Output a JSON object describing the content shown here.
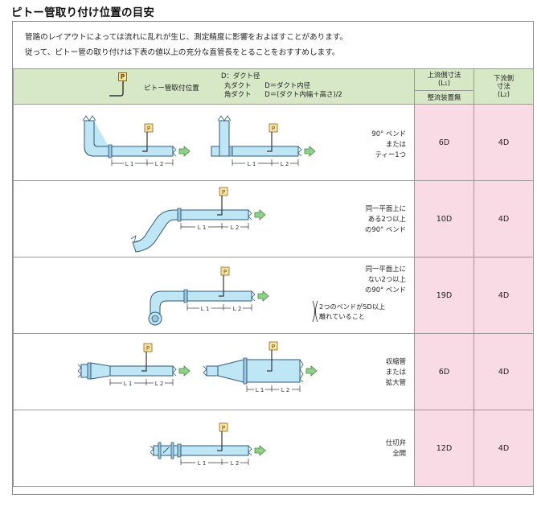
{
  "title": "ピトー管取り付け位置の目安",
  "intro": {
    "line1": "管路のレイアウトによっては流れに乱れが生じ、測定精度に影響をおよぼすことがあります。",
    "line2": "従って、ピトー管の取り付けは下表の値以上の充分な直管長をとることをおすすめします。"
  },
  "header": {
    "p_label": "P",
    "pitot_label": "ピトー管取付位置",
    "formula_l1": "D：ダクト径",
    "formula_l2": "丸ダクト　　D＝ダクト内径",
    "formula_l3": "角ダクト　　D＝(ダクト内幅＋高さ)/2",
    "upstream_l1": "上流側寸法",
    "upstream_l2": "(L",
    "upstream_sub": "1",
    "upstream_close": ")",
    "downstream_l1": "下流側",
    "downstream_l2": "寸法",
    "downstream_l3": "(L",
    "downstream_sub": "2",
    "downstream_close": ")",
    "no_straightener": "整流装置無"
  },
  "diagram_labels": {
    "p": "P",
    "l1": "L 1",
    "l2": "L 2"
  },
  "rows": [
    {
      "cond1": "90° ベンド",
      "cond2": "または",
      "cond3": "ティー1つ",
      "up": "6D",
      "down": "4D"
    },
    {
      "cond1": "同一平面上に",
      "cond2": "ある2つ以上",
      "cond3": "の90° ベンド",
      "up": "10D",
      "down": "4D"
    },
    {
      "cond1": "同一平面上に",
      "cond2": "ない2つ以上",
      "cond3": "の90° ベンド",
      "note1": "2つのベンドが5D以上",
      "note2": "離れていること",
      "up": "19D",
      "down": "4D"
    },
    {
      "cond1": "収縮管",
      "cond2": "または",
      "cond3": "拡大管",
      "up": "6D",
      "down": "4D"
    },
    {
      "cond1": "仕切弁",
      "cond2": "全開",
      "up": "12D",
      "down": "4D"
    }
  ],
  "colors": {
    "header_green": "#d6e8c6",
    "value_pink": "#f9dbe6",
    "pipe_fill": "#bfe6f5",
    "pipe_stroke": "#2e5a7a",
    "arrow_green": "#8fd08a",
    "p_box": "#f8e3a3"
  }
}
